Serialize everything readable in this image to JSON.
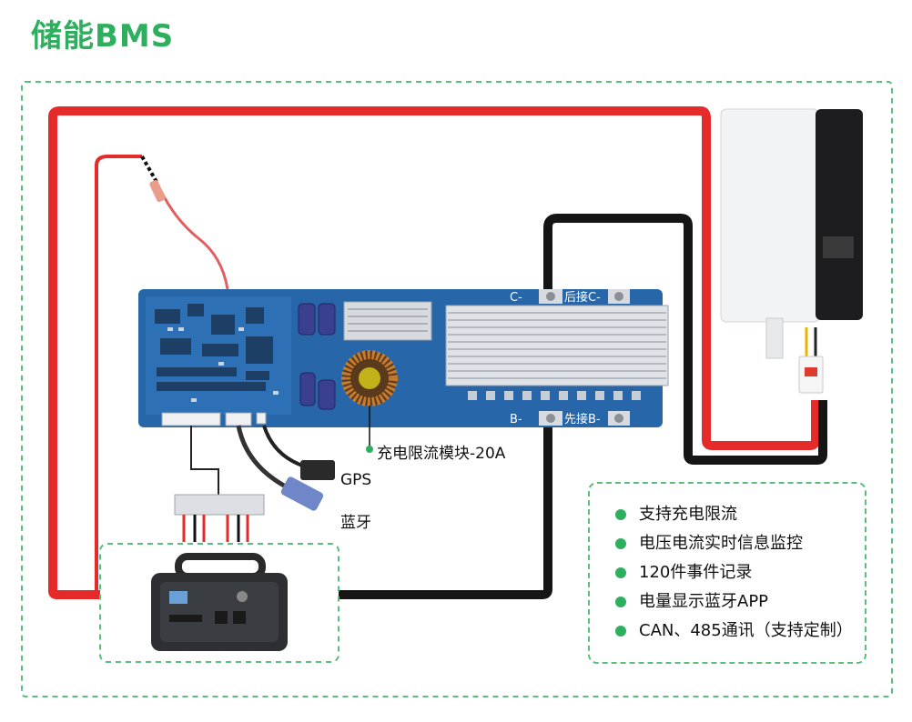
{
  "title": "储能BMS",
  "colors": {
    "accent": "#2eaf5e",
    "positive_wire": "#e52a2a",
    "negative_wire": "#111111",
    "board": "#2766a8"
  },
  "board": {
    "terminal_c_minus": "C-",
    "terminal_b_minus": "B-",
    "note_after_c": "后接C-",
    "note_first_b": "先接B-"
  },
  "callouts": {
    "limiter": "充电限流模块-20A",
    "gps": "GPS",
    "bluetooth": "蓝牙"
  },
  "features": [
    "支持充电限流",
    "电压电流实时信息监控",
    "120件事件记录",
    "电量显示蓝牙APP",
    "CAN、485通讯（支持定制）"
  ],
  "devices": {
    "inverter_icon": "inverter-icon",
    "breaker_icon": "circuit-breaker-icon",
    "power_station_icon": "portable-power-station-icon",
    "bluetooth_module_icon": "bluetooth-module-icon",
    "gps_module_icon": "gps-module-icon"
  }
}
